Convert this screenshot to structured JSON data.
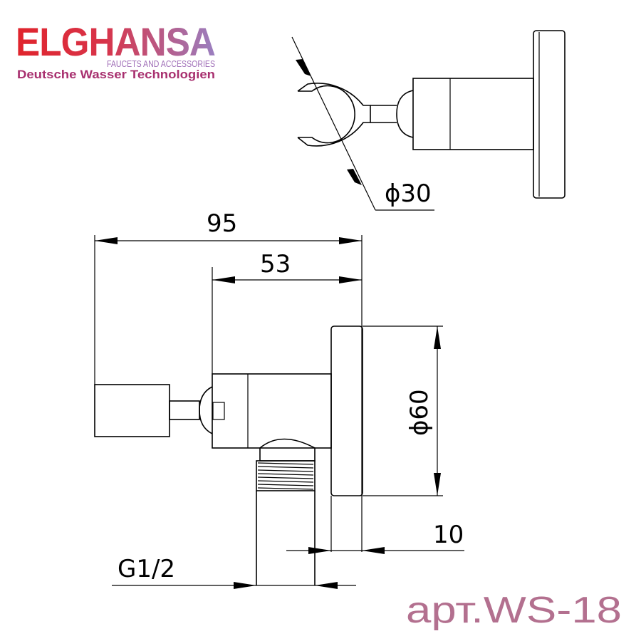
{
  "brand": {
    "name": "ELGHANSA",
    "subtitle": "FAUCETS AND ACCESSORIES",
    "tagline": "Deutsche Wasser Technologien",
    "colors": {
      "red": "#e0242c",
      "purple": "#9a7fc0",
      "tagline": "#a8306f"
    }
  },
  "dimensions": {
    "holder_diameter": "ϕ30",
    "overall_length": "95",
    "body_length": "53",
    "flange_diameter": "ϕ60",
    "flange_thickness": "10",
    "thread": "G1/2"
  },
  "article": {
    "text": "арт.WS-18",
    "color": "#b3708f"
  }
}
